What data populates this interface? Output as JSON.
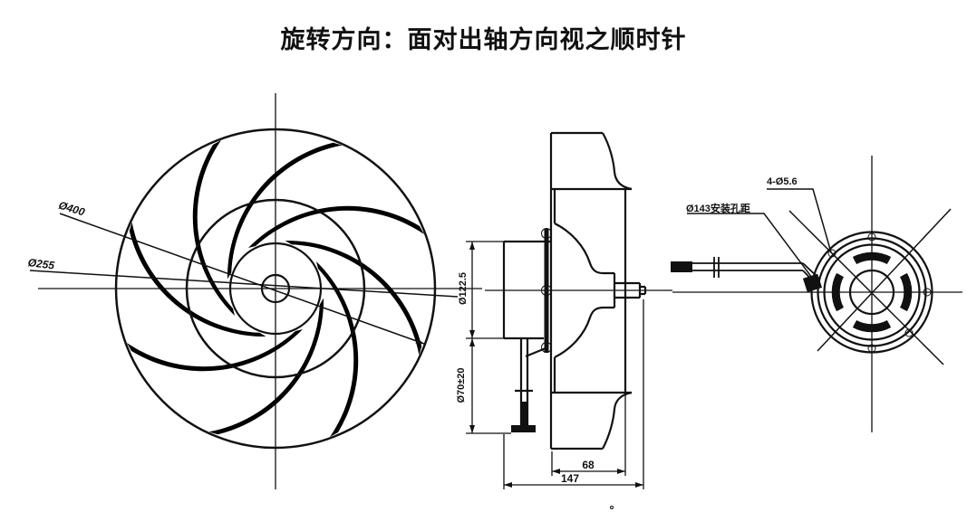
{
  "title": "旋转方向：面对出轴方向视之顺时针",
  "views": {
    "front": {
      "dims": {
        "outer_diameter": "Ø400",
        "shroud_diameter": "Ø255"
      }
    },
    "side": {
      "dims": {
        "motor_diameter": "Ø122.5",
        "stand_height": "Ø70±20",
        "hub_depth": "68",
        "total_depth": "147"
      }
    },
    "rear": {
      "dims": {
        "mounting_holes": "4-Ø5.6",
        "bolt_circle": "Ø143安装孔距"
      }
    }
  },
  "colors": {
    "line": "#111111",
    "background": "#ffffff"
  }
}
